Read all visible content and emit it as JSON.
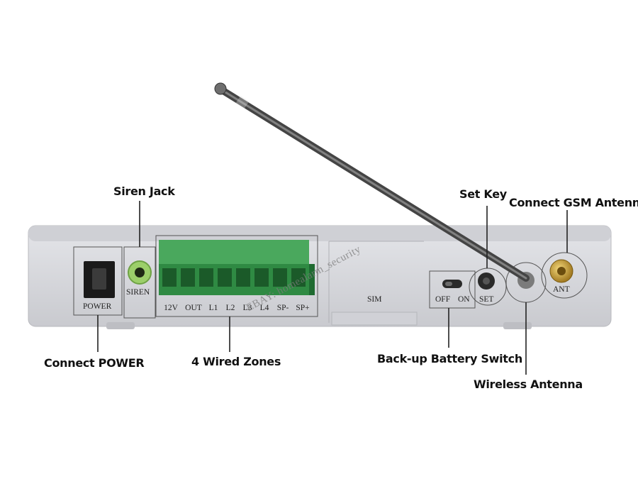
{
  "callouts": {
    "siren_jack": "Siren Jack",
    "set_key": "Set Key",
    "connect_gsm_antenna": "Connect GSM Antenna",
    "connect_power": "Connect POWER",
    "wired_zones": "4 Wired Zones",
    "battery_switch": "Back-up Battery Switch",
    "wireless_antenna": "Wireless Antenna"
  },
  "panel_labels": {
    "power": "POWER",
    "siren": "SIREN",
    "sim": "SIM",
    "off": "OFF",
    "on": "ON",
    "set": "SET",
    "ant": "ANT"
  },
  "terminal_labels": [
    "12V",
    "OUT",
    "L1",
    "L2",
    "L3",
    "L4",
    "SP-",
    "SP+"
  ],
  "watermark": "EBAY: homealarm_security",
  "colors": {
    "housing": "#d7d8dc",
    "terminal_block": "#3a9a4e",
    "siren_jack": "#9ccf6a",
    "sma_connector": "#c9a23a"
  }
}
